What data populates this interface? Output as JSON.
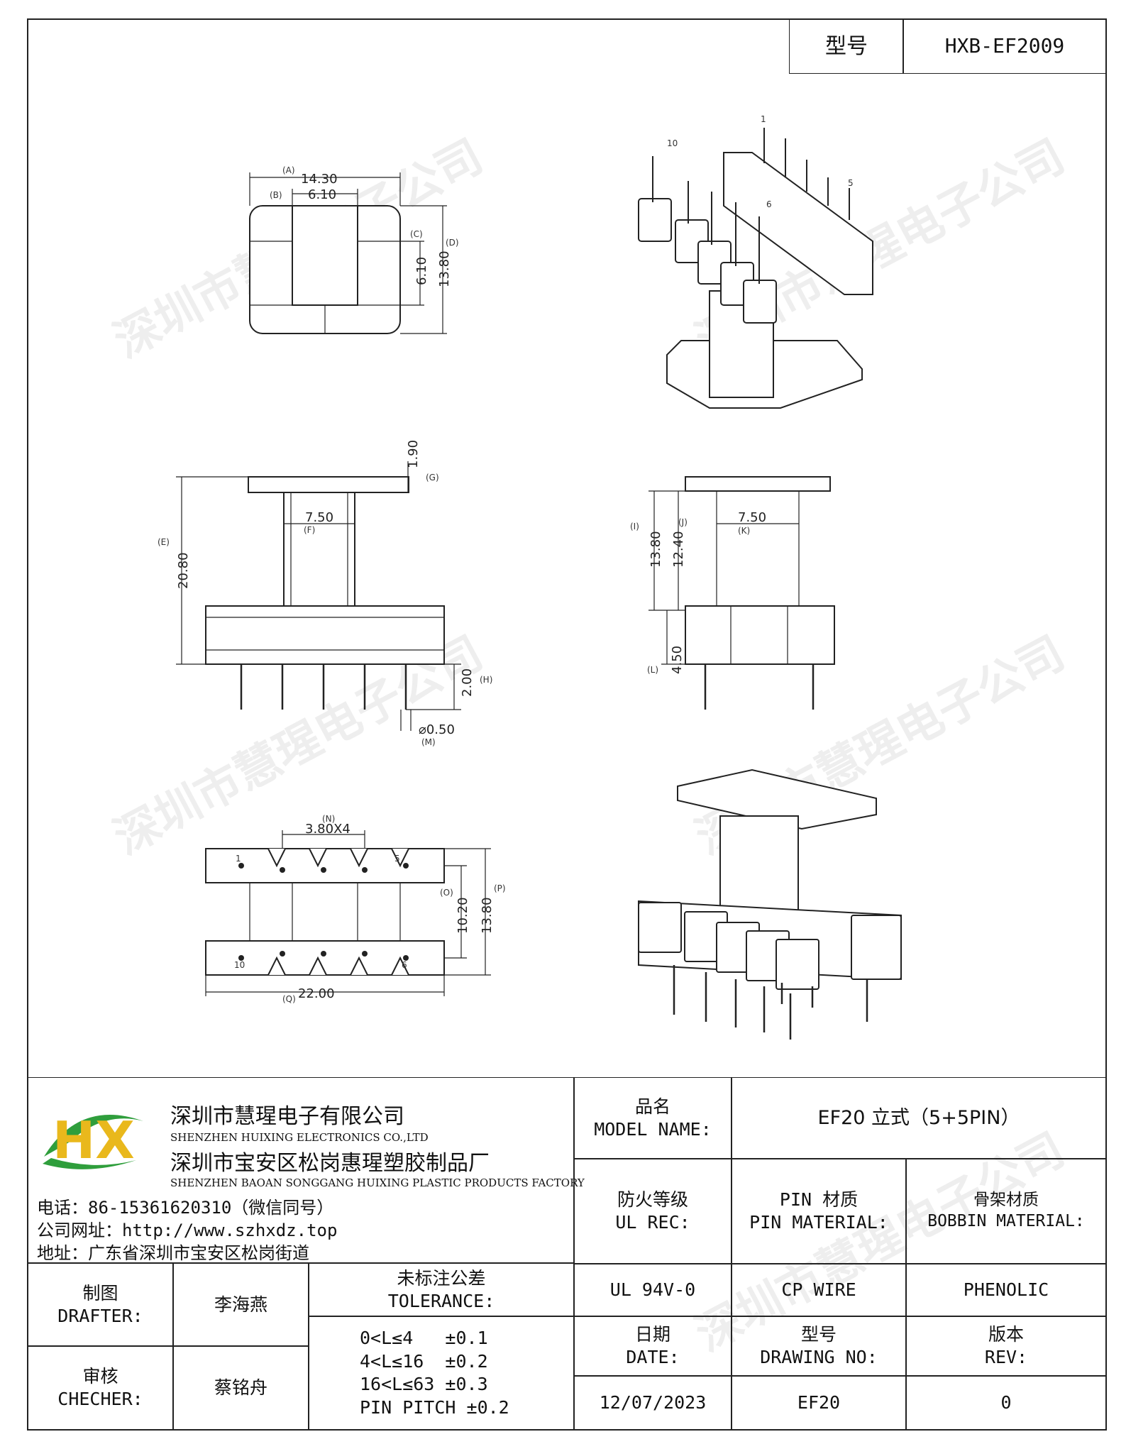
{
  "model_box": {
    "label": "型号",
    "value": "HXB-EF2009"
  },
  "watermark": "深圳市慧瑆电子公司",
  "drawing": {
    "top_view": {
      "A_label": "(A)",
      "A": "14.30",
      "B_label": "(B)",
      "B": "6.10",
      "C_label": "(C)",
      "C": "6.10",
      "D_label": "(D)",
      "D": "13.80"
    },
    "iso_top": {
      "pin1": "1",
      "pin5": "5",
      "pin6": "6",
      "pin10": "10"
    },
    "front_view": {
      "G": "1.90",
      "G_label": "(G)",
      "F": "7.50",
      "F_label": "(F)",
      "E": "20.80",
      "E_label": "(E)",
      "H": "2.00",
      "H_label": "(H)",
      "M": "⌀0.50",
      "M_label": "(M)"
    },
    "side_view": {
      "I": "13.80",
      "I_label": "(I)",
      "J": "12.40",
      "J_label": "(J)",
      "K": "7.50",
      "K_label": "(K)",
      "L": "4.50",
      "L_label": "(L)"
    },
    "bottom_view": {
      "N": "3.80X4",
      "N_label": "(N)",
      "O": "10.20",
      "O_label": "(O)",
      "P": "13.80",
      "P_label": "(P)",
      "Q": "22.00",
      "Q_label": "(Q)",
      "pin1": "1",
      "pin5": "5",
      "pin6": "6",
      "pin10": "10"
    }
  },
  "company": {
    "logo_text": "HX",
    "name_cn": "深圳市慧瑆电子有限公司",
    "name_en": "SHENZHEN HUIXING ELECTRONICS CO.,LTD",
    "factory_cn": "深圳市宝安区松岗惠瑆塑胶制品厂",
    "factory_en": "SHENZHEN BAOAN SONGGANG HUIXING PLASTIC PRODUCTS FACTORY",
    "phone": "电话：86-15361620310（微信同号）",
    "website": "公司网址：http://www.szhxdz.top",
    "address": "地址：广东省深圳市宝安区松岗街道"
  },
  "table": {
    "model_name_cn": "品名",
    "model_name_en": "MODEL NAME:",
    "model_name_value": "EF20 立式（5+5PIN）",
    "ul_cn": "防火等级",
    "ul_en": "UL REC:",
    "pin_material_cn": "PIN 材质",
    "pin_material_en": "PIN MATERIAL:",
    "bobbin_cn": "骨架材质",
    "bobbin_en": "BOBBIN MATERIAL:",
    "ul_value": "UL 94V-0",
    "pin_value": "CP WIRE",
    "bobbin_value": "PHENOLIC",
    "drafter_cn": "制图",
    "drafter_en": "DRAFTER:",
    "drafter_name": "李海燕",
    "checker_cn": "审核",
    "checker_en": "CHECHER:",
    "checker_name": "蔡铭舟",
    "tolerance_cn": "未标注公差",
    "tolerance_en": "TOLERANCE:",
    "tolerances": [
      "0<L≤4   ±0.1",
      "4<L≤16  ±0.2",
      "16<L≤63 ±0.3",
      "PIN PITCH ±0.2"
    ],
    "date_cn": "日期",
    "date_en": "DATE:",
    "date_value": "12/07/2023",
    "drawing_no_cn": "型号",
    "drawing_no_en": "DRAWING NO:",
    "drawing_no_value": "EF20",
    "rev_cn": "版本",
    "rev_en": "REV:",
    "rev_value": "0"
  }
}
